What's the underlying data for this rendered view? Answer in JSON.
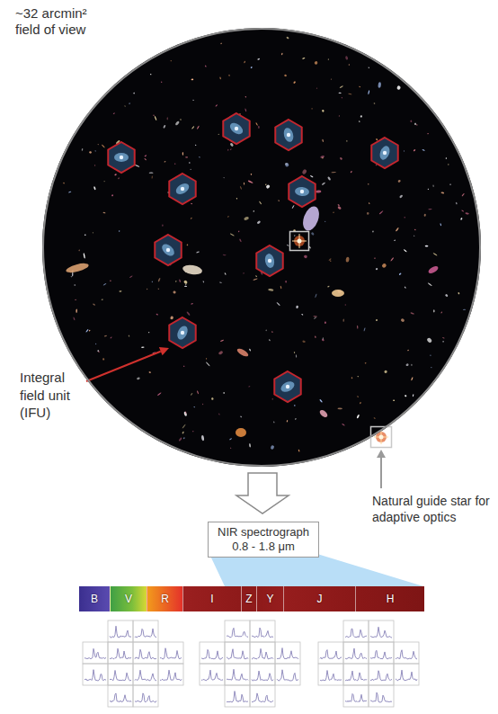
{
  "diagram": {
    "nodes": [
      {
        "text": [
          "~32 arcmin² field of view"
        ]
      },
      {
        "text": [
          "NIR spectrograph",
          "0.8 - 1.8 μm"
        ]
      },
      {
        "text": [
          "B"
        ]
      },
      {
        "text": [
          "V"
        ]
      },
      {
        "text": [
          "R"
        ]
      },
      {
        "text": [
          "I"
        ]
      },
      {
        "text": [
          "Z"
        ]
      },
      {
        "text": [
          "Y"
        ]
      },
      {
        "text": [
          "J"
        ]
      },
      {
        "text": [
          "H"
        ]
      }
    ],
    "edges": [
      {
        "from": 0,
        "to": 1,
        "arrow": "to"
      }
    ],
    "labels": [
      "Integral field unit (IFU)",
      "Natural guide star for adaptive optics"
    ]
  }
}
